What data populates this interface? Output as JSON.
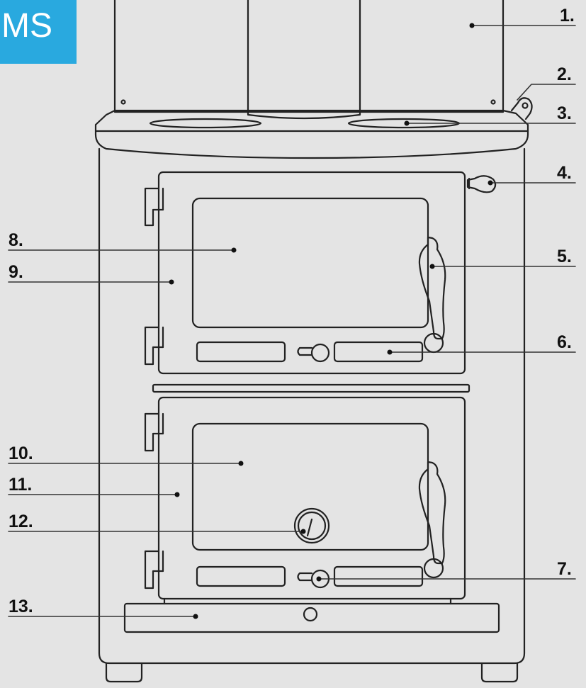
{
  "logo": {
    "text": "MS",
    "color": "#29a9df"
  },
  "colors": {
    "background": "#e4e4e4",
    "stroke": "#222222",
    "leader": "#333333"
  },
  "callouts": [
    {
      "number": "1."
    },
    {
      "number": "2."
    },
    {
      "number": "3."
    },
    {
      "number": "4."
    },
    {
      "number": "5."
    },
    {
      "number": "6."
    },
    {
      "number": "7."
    },
    {
      "number": "8."
    },
    {
      "number": "9."
    },
    {
      "number": "10."
    },
    {
      "number": "11."
    },
    {
      "number": "12."
    },
    {
      "number": "13."
    }
  ]
}
